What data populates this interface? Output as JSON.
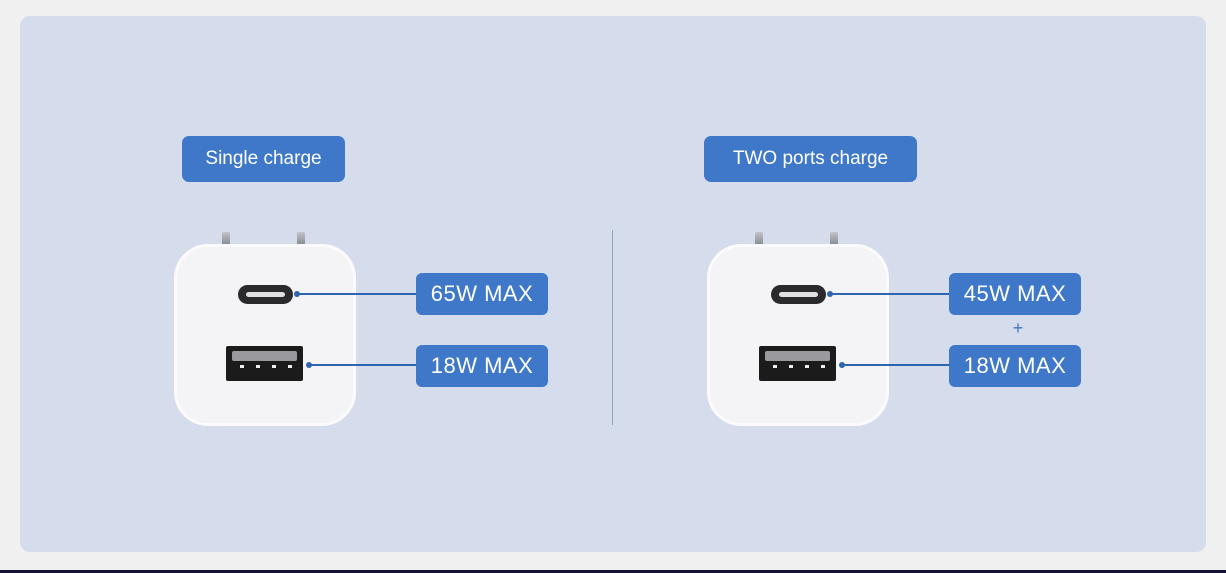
{
  "left": {
    "title": "Single charge",
    "usb_c": "65W MAX",
    "usb_a": "18W MAX"
  },
  "right": {
    "title": "TWO ports charge",
    "usb_c": "45W MAX",
    "plus": "+",
    "usb_a": "18W MAX"
  },
  "colors": {
    "accent": "#3f78c8",
    "panel": "#d5ddec"
  }
}
